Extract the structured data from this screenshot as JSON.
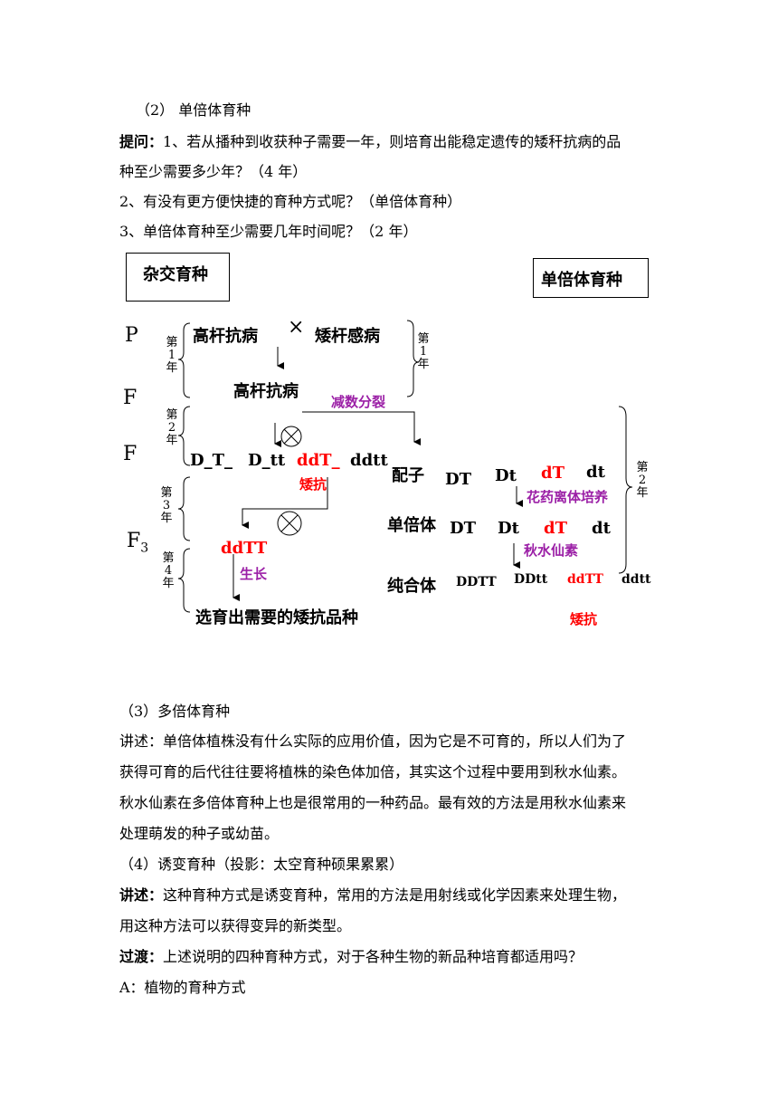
{
  "intro": {
    "heading": "（2） 单倍体育种",
    "q_label": "提问：",
    "q1_line1": "1、若从播种到收获种子需要一年，则培育出能稳定遗传的矮秆抗病的品",
    "q1_line2": "种至少需要多少年？（4 年）",
    "q2": "2、有没有更方便快捷的育种方式呢？（单倍体育种）",
    "q3": "3、单倍体育种至少需要几年时间呢？（2 年）"
  },
  "diagram": {
    "box_left": "杂交育种",
    "box_right": "单倍体育种",
    "gen_p": "P",
    "gen_f1": "F",
    "gen_f2": "F",
    "gen_f3": "F",
    "gen_f3_sub": "3",
    "cross_symbol": "×",
    "parent1": "高杆抗病",
    "parent2": "矮杆感病",
    "f1_plant": "高杆抗病",
    "meiosis": "减数分裂",
    "year1_left": "第1年",
    "year1_right": "第1年",
    "year2_left": "第2年",
    "year3_left": "第3年",
    "year4_left": "第4年",
    "year2_right": "第2年",
    "f2_g1": "D_T_",
    "f2_g2": "D_tt",
    "f2_g3": "ddT_",
    "f2_g4": "ddtt",
    "short_resist": "矮抗",
    "f3_genotype": "ddTT",
    "grow": "生长",
    "select_result": "选育出需要的矮抗品种",
    "gamete_label": "配子",
    "gamete_1": "DT",
    "gamete_2": "Dt",
    "gamete_3": "dT",
    "gamete_4": "dt",
    "anther_culture": "花药离体培养",
    "haploid_label": "单倍体",
    "haploid_1": "DT",
    "haploid_2": "Dt",
    "haploid_3": "dT",
    "haploid_4": "dt",
    "colchicine": "秋水仙素",
    "homozygote_label": "纯合体",
    "homo_1": "DDTT",
    "homo_2": "DDtt",
    "homo_3": "ddTT",
    "homo_4": "ddtt",
    "short_resist_right": "矮抗"
  },
  "sections": {
    "s3_heading": "（3）多倍体育种",
    "s3_p1": "讲述：单倍体植株没有什么实际的应用价值，因为它是不可育的，所以人们为了",
    "s3_p2": "获得可育的后代往往要将植株的染色体加倍，其实这个过程中要用到秋水仙素。",
    "s3_p3": "秋水仙素在多倍体育种上也是很常用的一种药品。最有效的方法是用秋水仙素来",
    "s3_p4": "处理萌发的种子或幼苗。",
    "s4_heading": "（4）诱变育种（投影：太空育种硕果累累）",
    "s4_label": "讲述：",
    "s4_p1": "这种育种方式是诱变育种，常用的方法是用射线或化学因素来处理生物，",
    "s4_p2": "用这种方法可以获得变异的新类型。",
    "trans_label": "过渡：",
    "trans_text": "上述说明的四种育种方式，对于各种生物的新品种培育都适用吗？",
    "a_text": "A：植物的育种方式"
  }
}
